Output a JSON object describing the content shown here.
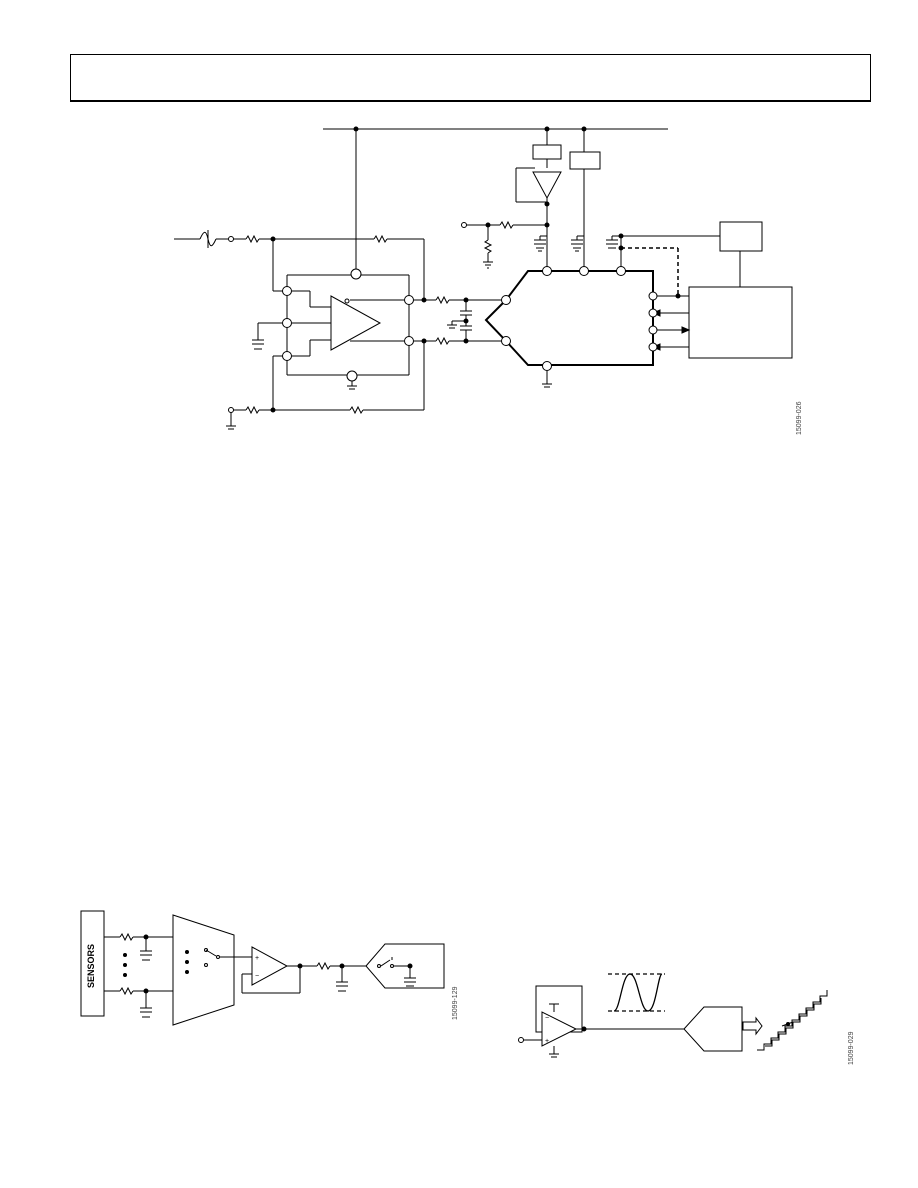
{
  "figures": [
    {
      "id": "15099-026",
      "name": "Differential amplifier driving ADC circuit"
    },
    {
      "id": "15099-129",
      "name": "Multiplexed sensor acquisition chain",
      "sensors_label": "SENSORS"
    },
    {
      "id": "15099-029",
      "name": "Amplifier into ADC with sine input and staircase output"
    }
  ]
}
